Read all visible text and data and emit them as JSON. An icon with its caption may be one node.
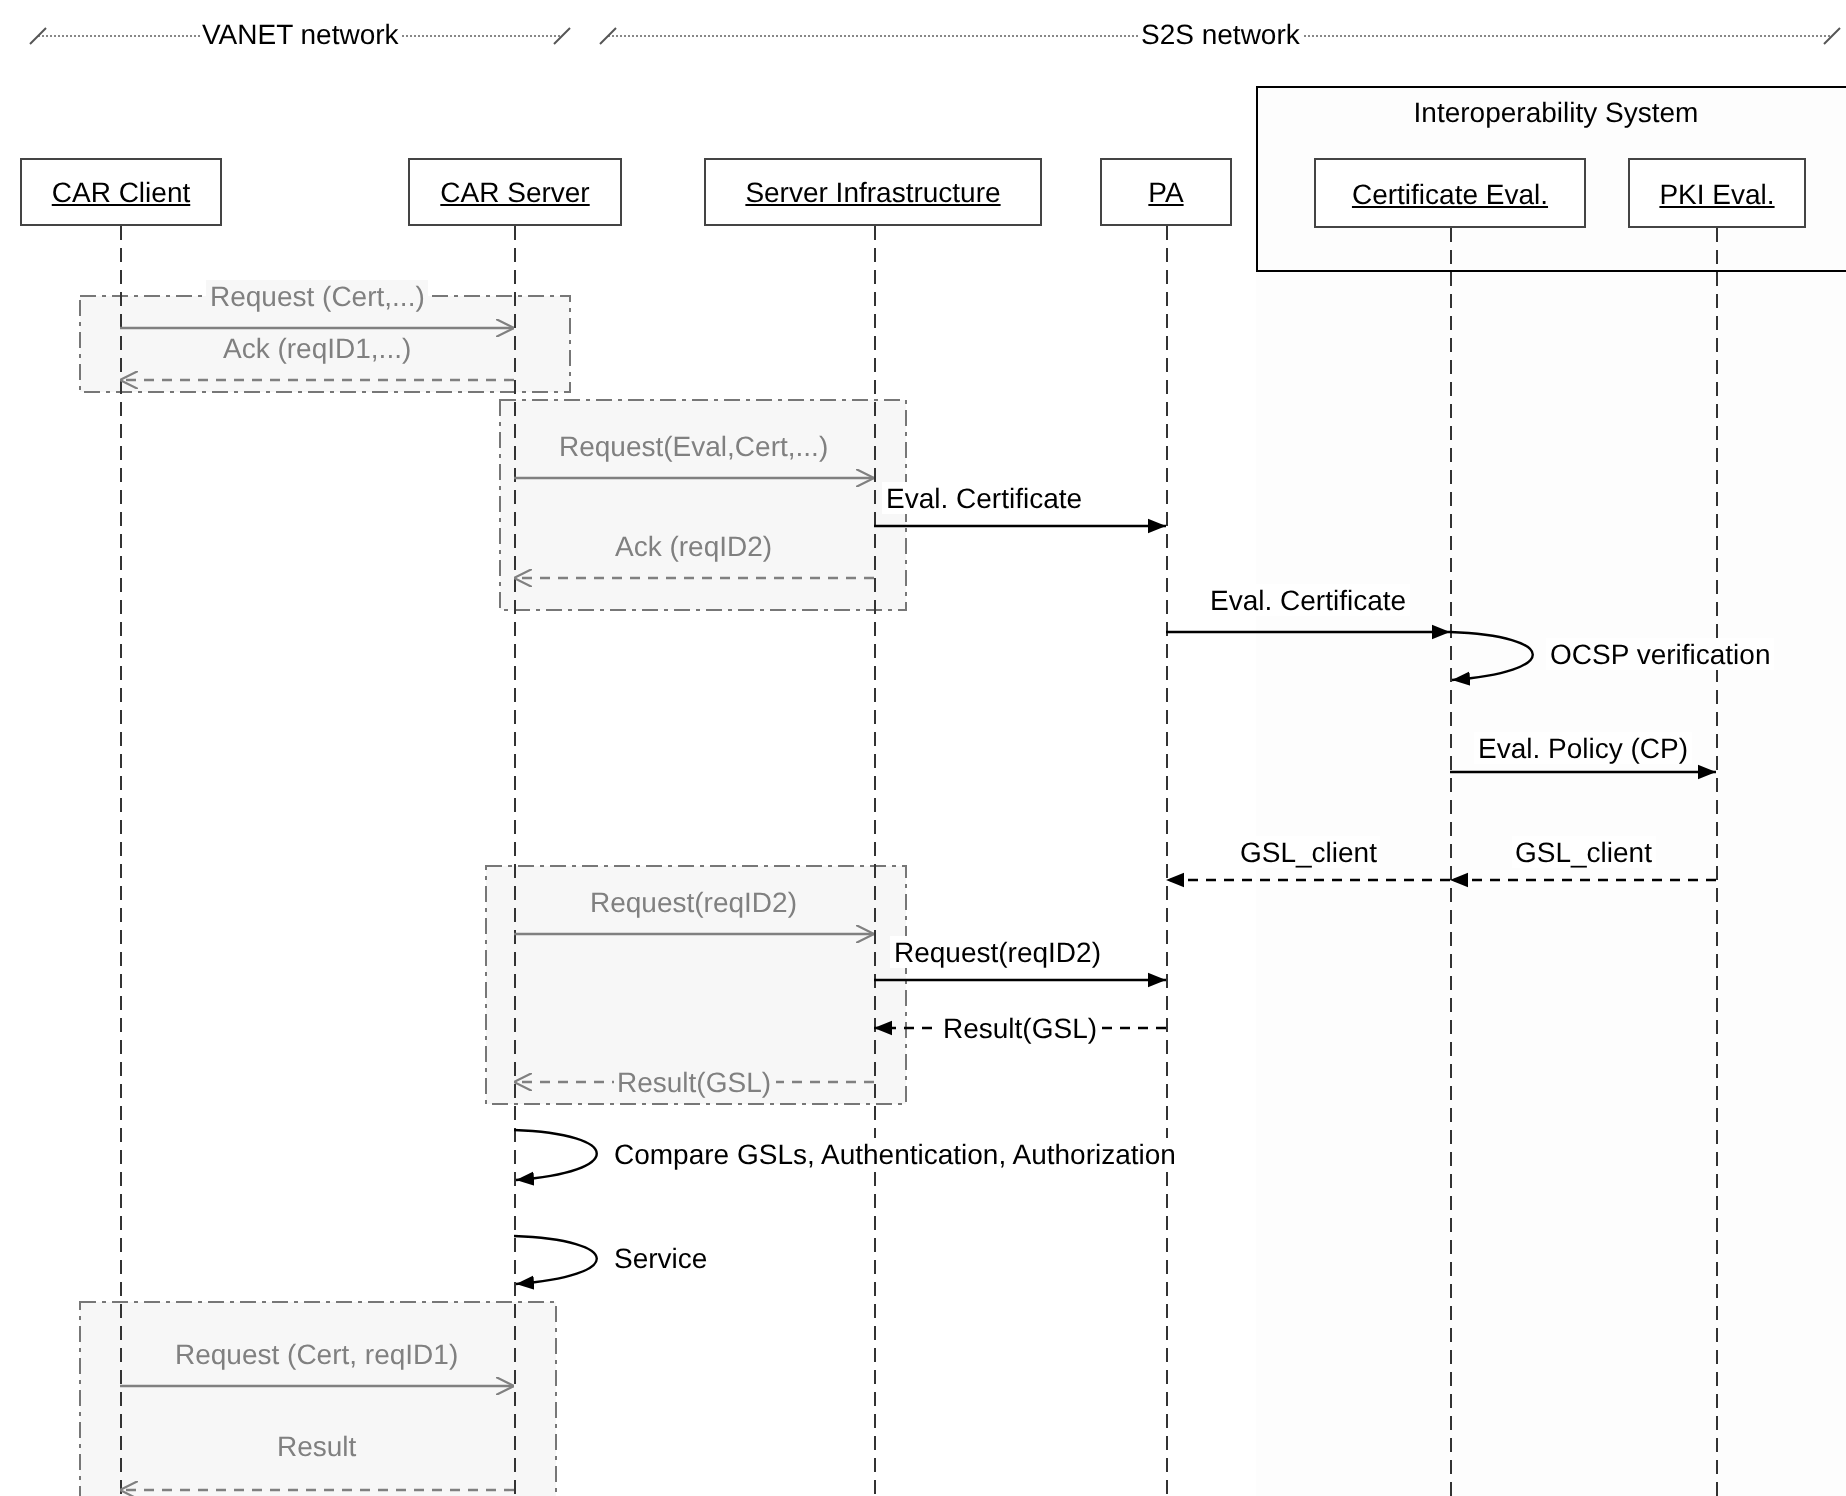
{
  "diagram": {
    "nodes": [
      {
        "text": [
          "CAR Client"
        ]
      },
      {
        "text": [
          "CAR Server"
        ]
      },
      {
        "text": [
          "Server Infrastructure"
        ]
      },
      {
        "text": [
          "PA"
        ]
      },
      {
        "text": [
          "Interoperability System"
        ]
      },
      {
        "text": [
          "Certificate Eval."
        ],
        "in": 4
      },
      {
        "text": [
          "PKI Eval."
        ],
        "in": 4
      }
    ],
    "edges": [
      {
        "from": 0,
        "to": 1,
        "arrow": "to",
        "label": "Request (Cert,...)",
        "color": "#808080"
      },
      {
        "from": 1,
        "to": 0,
        "arrow": "to",
        "label": "Ack (reqID1,...)",
        "style": "dashed",
        "color": "#808080"
      },
      {
        "from": 1,
        "to": 2,
        "arrow": "to",
        "label": "Request(Eval,Cert,...)",
        "color": "#808080"
      },
      {
        "from": 2,
        "to": 3,
        "arrow": "to",
        "label": "Eval. Certificate",
        "color": "#000000"
      },
      {
        "from": 2,
        "to": 1,
        "arrow": "to",
        "label": "Ack (reqID2)",
        "style": "dashed",
        "color": "#808080"
      },
      {
        "from": 3,
        "to": 5,
        "arrow": "to",
        "label": "Eval. Certificate",
        "color": "#000000"
      },
      {
        "from": 5,
        "to": 5,
        "arrow": "to",
        "label": "OCSP verification",
        "color": "#000000"
      },
      {
        "from": 5,
        "to": 6,
        "arrow": "to",
        "label": "Eval. Policy (CP)",
        "color": "#000000"
      },
      {
        "from": 6,
        "to": 5,
        "arrow": "to",
        "label": "GSL_client",
        "style": "dashed",
        "color": "#000000"
      },
      {
        "from": 5,
        "to": 3,
        "arrow": "to",
        "label": "GSL_client",
        "style": "dashed",
        "color": "#000000"
      },
      {
        "from": 1,
        "to": 2,
        "arrow": "to",
        "label": "Request(reqID2)",
        "color": "#808080"
      },
      {
        "from": 2,
        "to": 3,
        "arrow": "to",
        "label": "Request(reqID2)",
        "color": "#000000"
      },
      {
        "from": 3,
        "to": 2,
        "arrow": "to",
        "label": "Result(GSL)",
        "style": "dashed",
        "color": "#000000"
      },
      {
        "from": 2,
        "to": 1,
        "arrow": "to",
        "label": "Result(GSL)",
        "style": "dashed",
        "color": "#808080"
      },
      {
        "from": 1,
        "to": 1,
        "arrow": "to",
        "label": "Compare GSLs, Authentication, Authorization",
        "color": "#000000"
      },
      {
        "from": 1,
        "to": 1,
        "arrow": "to",
        "label": "Service",
        "color": "#000000"
      },
      {
        "from": 0,
        "to": 1,
        "arrow": "to",
        "label": "Request (Cert, reqID1)",
        "color": "#808080"
      },
      {
        "from": 1,
        "to": 0,
        "arrow": "to",
        "label": "Result",
        "style": "dashed",
        "color": "#808080"
      }
    ],
    "labels": [
      "VANET network",
      "S2S network"
    ]
  }
}
